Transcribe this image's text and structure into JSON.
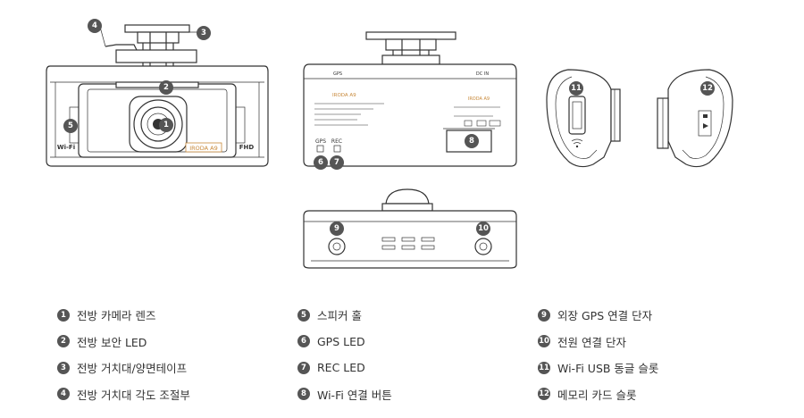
{
  "front_view": {
    "brand": "IRODA A9",
    "wifi_label": "Wi-Fi",
    "fhd_label": "FHD",
    "markers": [
      "1",
      "2",
      "3",
      "4",
      "5"
    ]
  },
  "back_view": {
    "top_labels": [
      "GPS",
      "DC IN"
    ],
    "brand": "IRODA A9",
    "led_labels": [
      "GPS",
      "REC"
    ],
    "markers": [
      "6",
      "7",
      "8"
    ]
  },
  "side_views": {
    "markers": [
      "11",
      "12"
    ]
  },
  "bottom_view": {
    "markers": [
      "9",
      "10"
    ]
  },
  "legend": [
    {
      "num": "1",
      "text": "전방 카메라 렌즈"
    },
    {
      "num": "2",
      "text": "전방 보안 LED"
    },
    {
      "num": "3",
      "text": "전방 거치대/양면테이프"
    },
    {
      "num": "4",
      "text": "전방 거치대 각도 조절부"
    },
    {
      "num": "5",
      "text": "스피커 홀"
    },
    {
      "num": "6",
      "text": "GPS LED"
    },
    {
      "num": "7",
      "text": "REC LED"
    },
    {
      "num": "8",
      "text": "Wi-Fi 연결 버튼"
    },
    {
      "num": "9",
      "text": "외장 GPS 연결 단자"
    },
    {
      "num": "10",
      "text": "전원 연결 단자"
    },
    {
      "num": "11",
      "text": "Wi-Fi USB 동글 슬롯"
    },
    {
      "num": "12",
      "text": "메모리 카드 슬롯"
    }
  ]
}
